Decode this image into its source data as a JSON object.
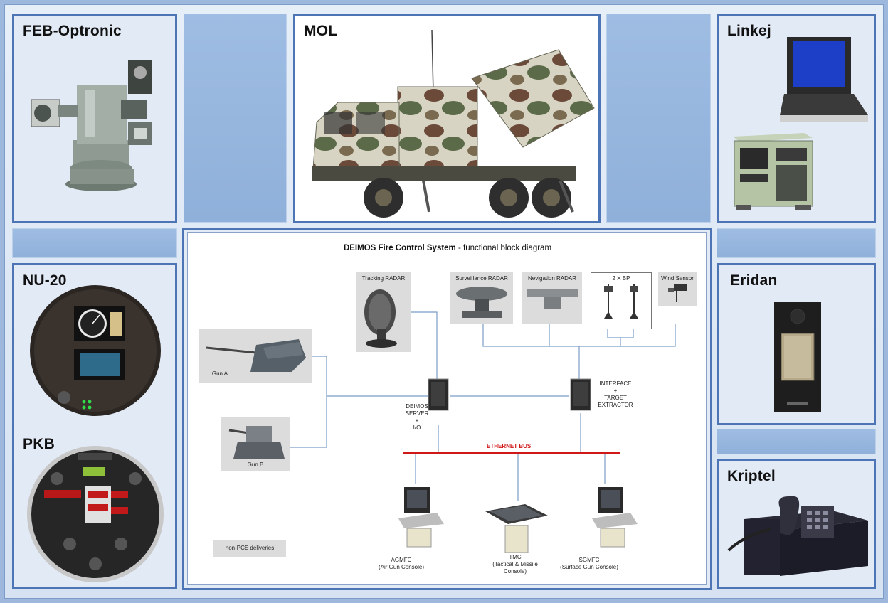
{
  "panels": {
    "feb_optronic": {
      "title": "FEB-Optronic"
    },
    "mol": {
      "title": "MOL"
    },
    "linkej": {
      "title": "Linkej"
    },
    "nu20": {
      "title": "NU-20"
    },
    "pkb": {
      "title": "PKB"
    },
    "eridan": {
      "title": "Eridan"
    },
    "kriptel": {
      "title": "Kriptel"
    }
  },
  "diagram": {
    "title_bold": "DEIMOS Fire Control System",
    "title_rest": " - functional block diagram",
    "labels": {
      "tracking_radar": "Tracking RADAR",
      "surveillance_radar": "Surveillance RADAR",
      "navigation_radar": "Nevigation RADAR",
      "bp": "2 X BP",
      "wind_sensor": "Wind Sensor",
      "gun_a": "Gun A",
      "gun_b": "Gun B",
      "deimos_server": "DEIMOS\nSERVER\n+\nI/O",
      "interface": "INTERFACE\n+\nTARGET\nEXTRACTOR",
      "ethernet_bus": "ETHERNET BUS",
      "agmfc": "AGMFC\n(Air Gun Console)",
      "tmc": "TMC\n(Tactical & Missile\nConsole)",
      "sgmfc": "SGMFC\n(Surface Gun Console)",
      "non_pce": "non-PCE deliveries"
    }
  },
  "colors": {
    "panel_border": "#4d74b4",
    "ethernet_bus": "#d01818",
    "link_line": "#7a9cc6"
  }
}
